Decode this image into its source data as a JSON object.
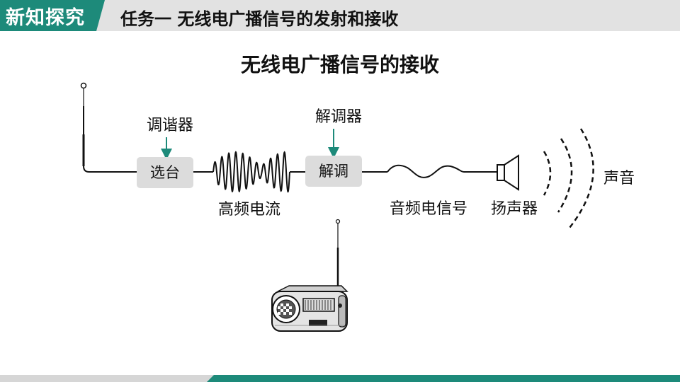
{
  "header": {
    "section_tag": "新知探究",
    "title": "任务一 无线电广播信号的发射和接收"
  },
  "main_title": "无线电广播信号的接收",
  "diagram": {
    "tuner_label": "调谐器",
    "tuner_box": "选台",
    "hf_current_label": "高频电流",
    "demodulator_label": "解调器",
    "demodulator_box": "解调",
    "audio_signal_label": "音频电信号",
    "speaker_label": "扬声器",
    "sound_label": "声音"
  },
  "colors": {
    "accent": "#1d8a7a",
    "header_bg": "#e2e2e2",
    "box_fill": "#dcdcdc"
  }
}
